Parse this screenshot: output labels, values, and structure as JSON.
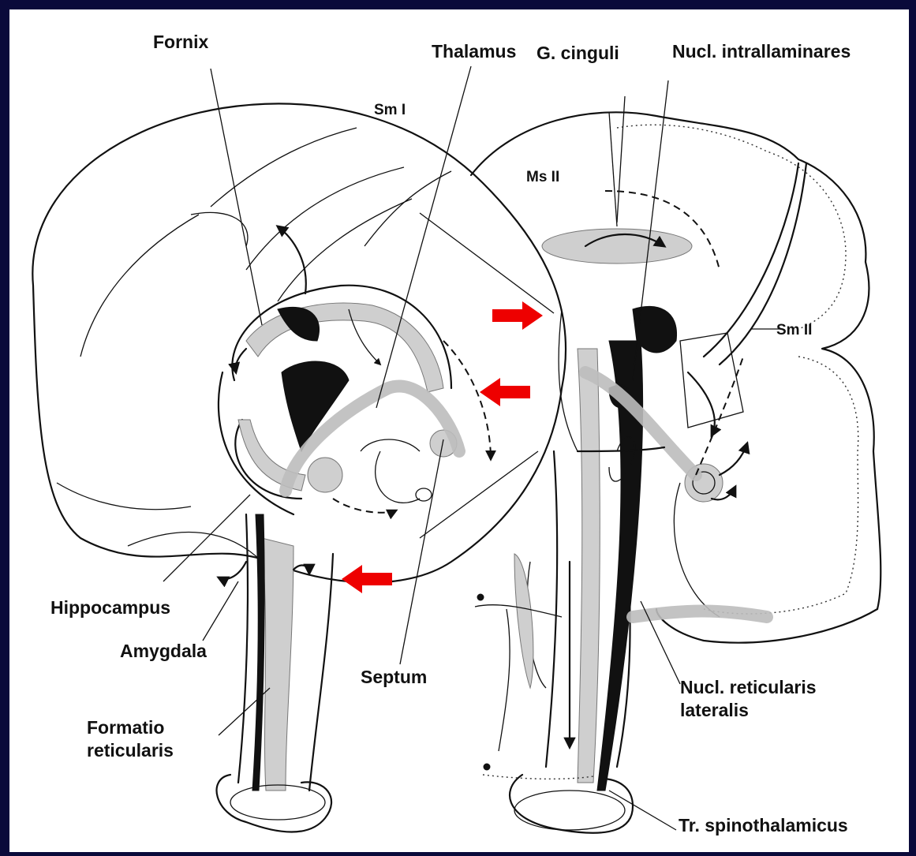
{
  "labels": {
    "fornix": "Fornix",
    "thalamus": "Thalamus",
    "g_cinguli": "G. cinguli",
    "nucl_intralaminares": "Nucl. intrallaminares",
    "sm1": "Sm I",
    "ms2": "Ms II",
    "sm2": "Sm II",
    "hippocampus": "Hippocampus",
    "amygdala": "Amygdala",
    "formatio_1": "Formatio",
    "formatio_2": "reticularis",
    "septum": "Septum",
    "nucl_ret_lat_1": "Nucl. reticularis",
    "nucl_ret_lat_2": "lateralis",
    "tr_spinothalamicus": "Tr. spinothalamicus"
  },
  "colors": {
    "background": "#0a0a3a",
    "panel": "#ffffff",
    "ink": "#111111",
    "highlight_arrow": "#ee0000"
  }
}
